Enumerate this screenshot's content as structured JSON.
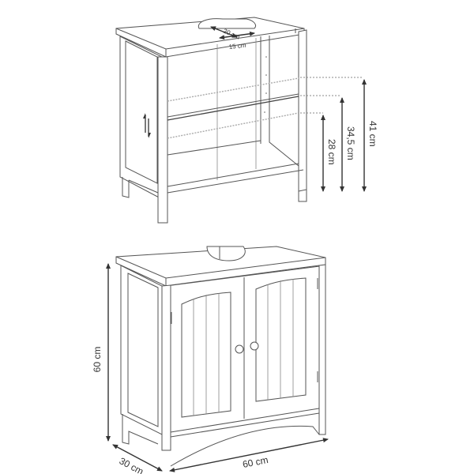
{
  "figure": {
    "type": "product-dimension-diagram",
    "subject": "under-sink bathroom vanity cabinet",
    "views": [
      {
        "name": "interior-view",
        "description": "cabinet with doors removed showing adjustable shelf"
      },
      {
        "name": "front-view",
        "description": "closed cabinet with two paneled doors and knobs"
      }
    ]
  },
  "top_view": {
    "cutout_depth": "20 cm",
    "cutout_width": "15 cm",
    "shelf_heights": {
      "low": "28 cm",
      "mid": "34,5 cm",
      "high": "41 cm"
    },
    "adjust_icon": "up-down-arrows-icon"
  },
  "bottom_view": {
    "height": "60 cm",
    "depth": "30 cm",
    "width": "60 cm"
  },
  "colors": {
    "line": "#555555",
    "dimension": "#333333",
    "background": "#ffffff"
  }
}
